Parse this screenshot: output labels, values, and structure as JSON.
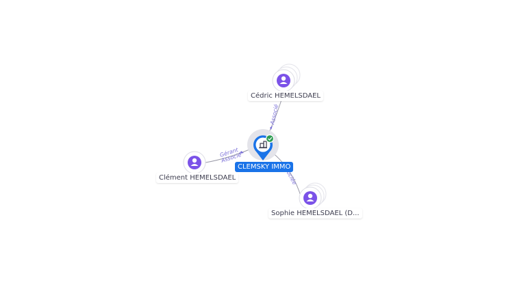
{
  "colors": {
    "person_icon": "#7b52e8",
    "company_blue": "#1a73e8",
    "check_green": "#2e9d52",
    "edge_line": "#9a9aa8",
    "edge_label": "#7a6fd8"
  },
  "company": {
    "name": "CLEMSKY IMMO",
    "icon": "building-icon",
    "status_icon": "check-icon"
  },
  "persons": [
    {
      "name": "Cédric HEMELSDAEL",
      "icon": "person-icon",
      "role": "Associé"
    },
    {
      "name": "Clément HEMELSDAEL",
      "icon": "person-icon",
      "role_line1": "Gérant",
      "role_line2": "Associé"
    },
    {
      "name": "Sophie HEMELSDAEL (D...",
      "icon": "person-icon",
      "role": "Associée"
    }
  ]
}
